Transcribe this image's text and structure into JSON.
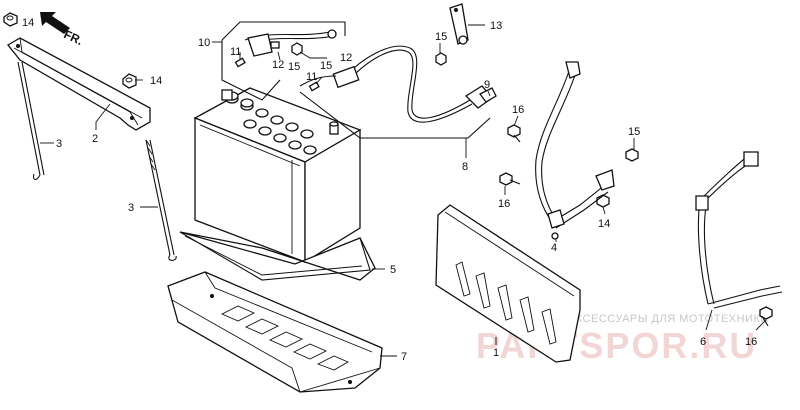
{
  "diagram": {
    "direction": {
      "text": "FR.",
      "icon": "arrow-upper-left-icon"
    },
    "watermark": {
      "caption": "ЗАПЧАСТИ И АКСЕССУАРЫ ДЛЯ МОТОТЕХНИКИ",
      "brand": "PARTSPOR.RU"
    },
    "callouts": [
      "14",
      "2",
      "3",
      "3",
      "10",
      "11",
      "12",
      "15",
      "12",
      "15",
      "11",
      "15",
      "13",
      "9",
      "8",
      "16",
      "15",
      "16",
      "14",
      "4",
      "5",
      "7",
      "1",
      "6",
      "16"
    ],
    "parts": [
      {
        "name": "battery",
        "icon": "battery-icon"
      },
      {
        "name": "battery-setting-plate",
        "icon": "plate-icon"
      },
      {
        "name": "battery-tray",
        "icon": "tray-icon"
      },
      {
        "name": "battery-cover",
        "icon": "cover-plate-icon"
      },
      {
        "name": "battery-holder",
        "icon": "bracket-icon"
      },
      {
        "name": "battery-stay",
        "icon": "stay-icon"
      },
      {
        "name": "battery-cable",
        "icon": "cable-icon"
      }
    ]
  }
}
